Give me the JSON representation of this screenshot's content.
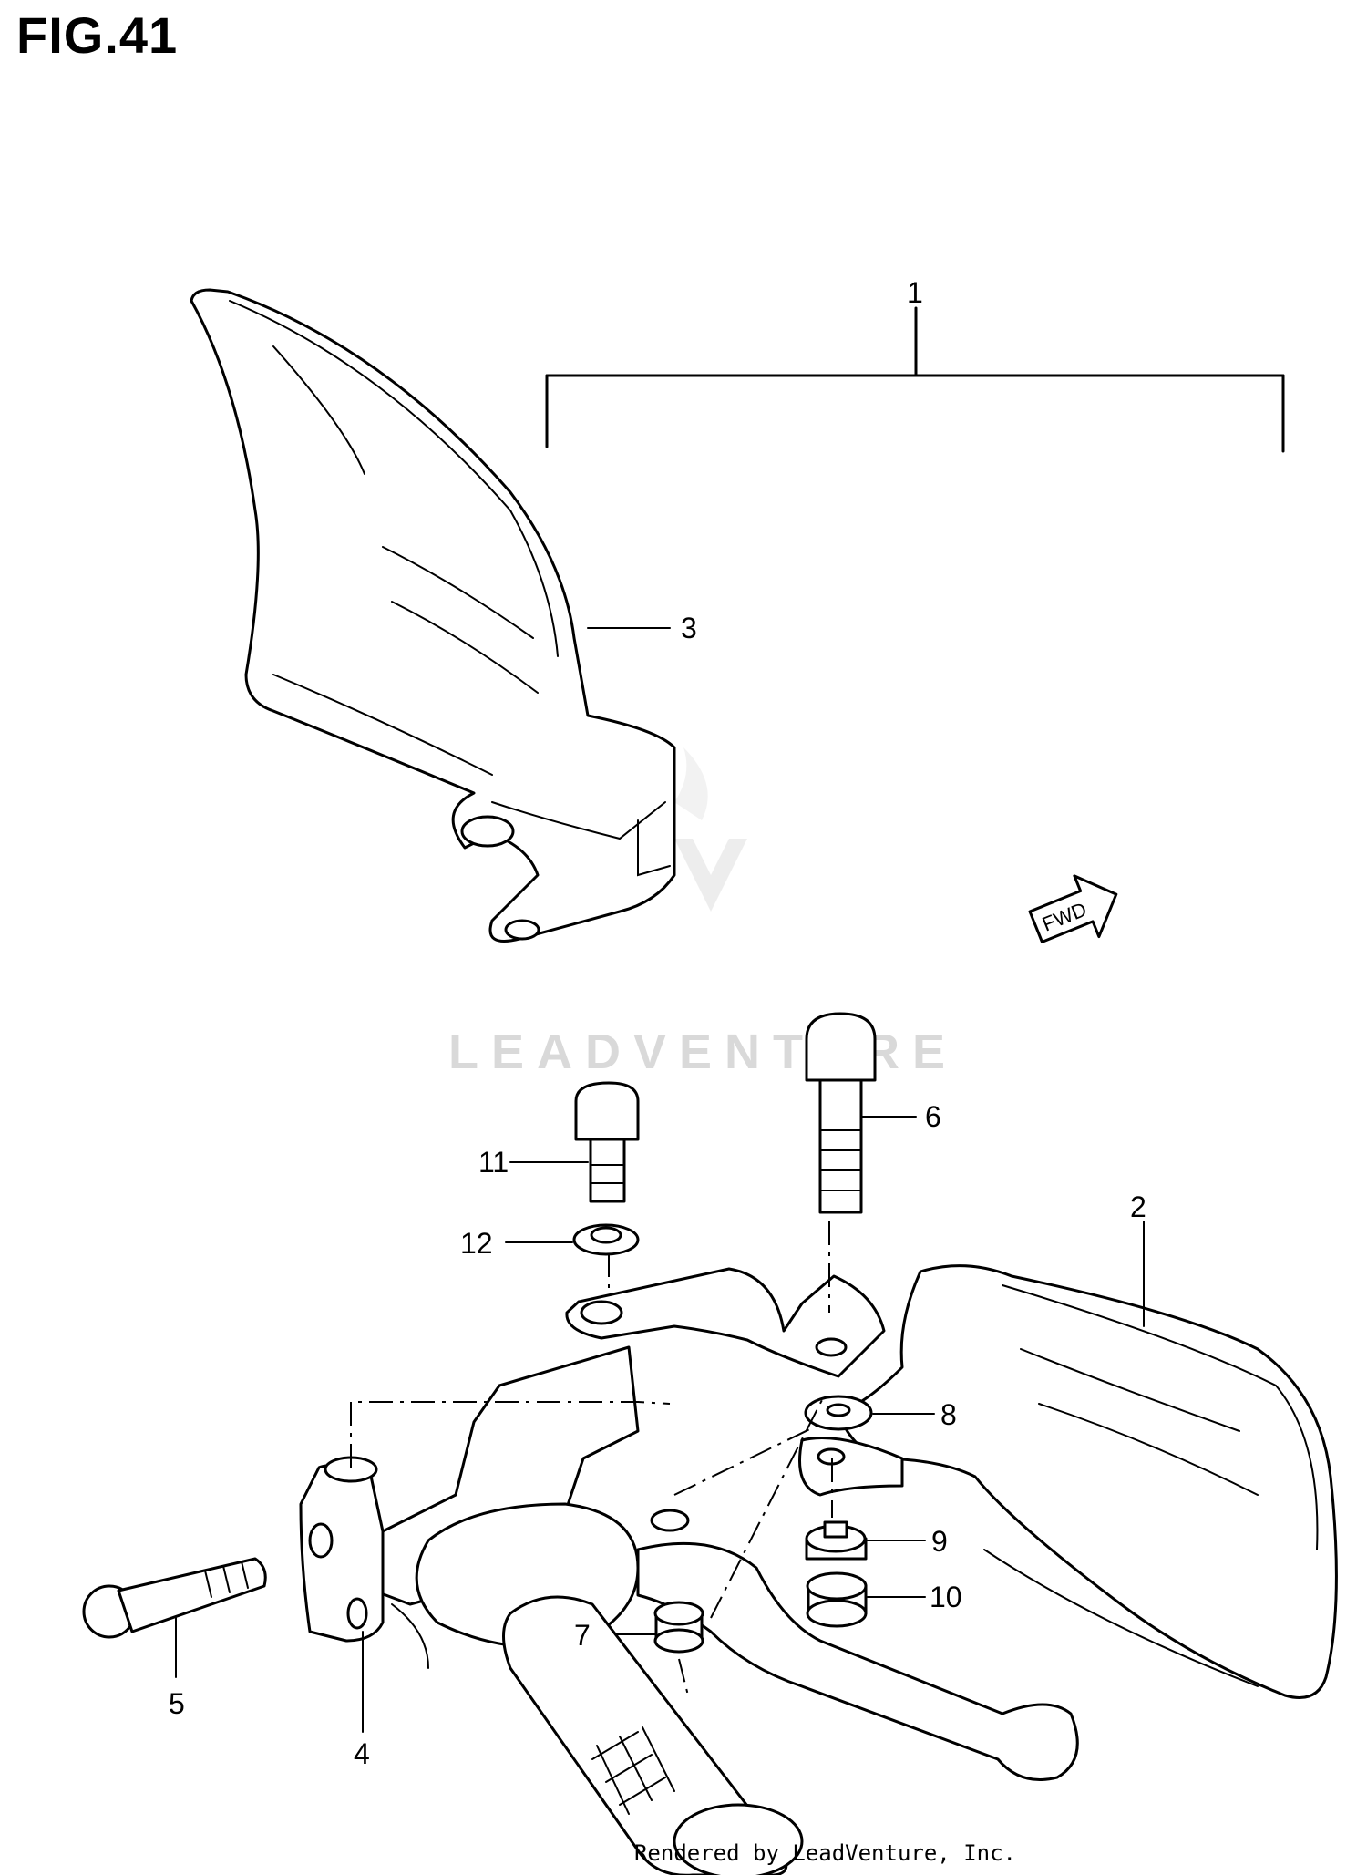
{
  "figure": {
    "title": "FIG.41"
  },
  "direction_badge": {
    "label": "FWD"
  },
  "watermark": {
    "text": "LEADVENTURE"
  },
  "footer": {
    "text": "Rendered by LeadVenture, Inc."
  },
  "callouts": [
    "1",
    "2",
    "3",
    "4",
    "5",
    "6",
    "7",
    "8",
    "9",
    "10",
    "11",
    "12"
  ]
}
